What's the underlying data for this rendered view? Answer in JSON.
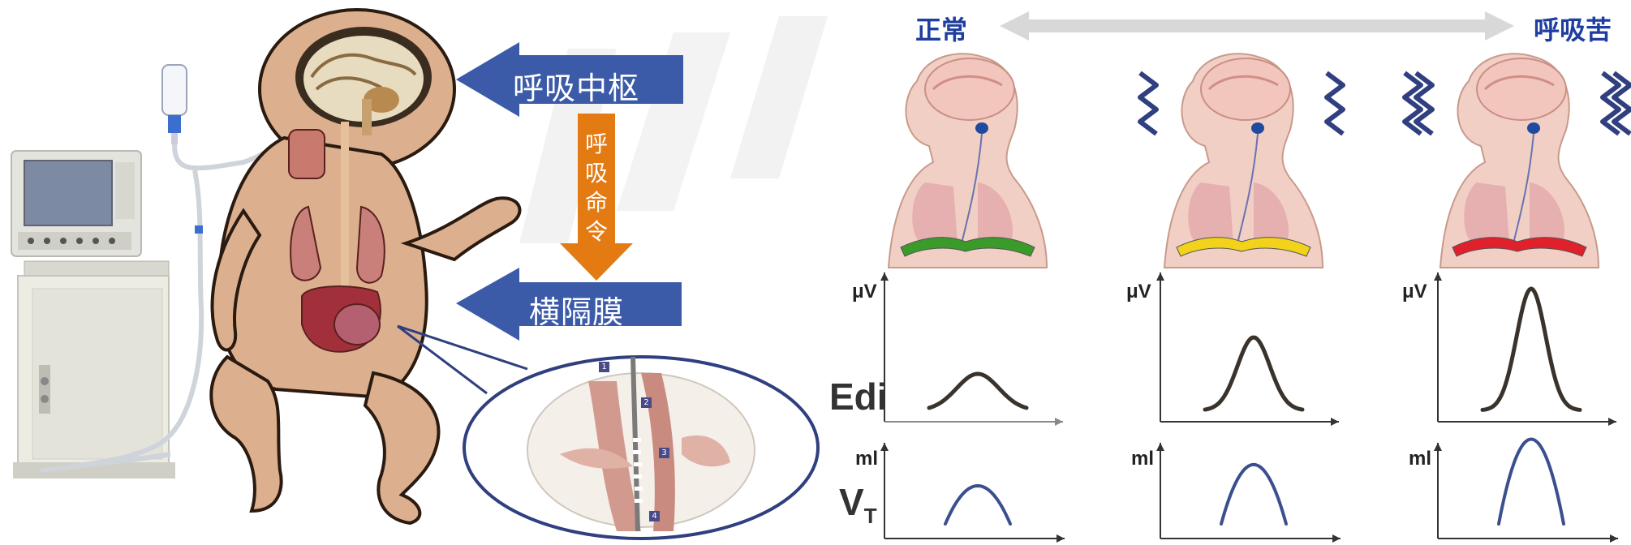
{
  "arrows": {
    "respiratory_center": "呼吸中枢",
    "diaphragm": "横隔膜",
    "command_chars": [
      "呼",
      "吸",
      "命",
      "令"
    ]
  },
  "catheter_tags": [
    "1",
    "2",
    "3",
    "4"
  ],
  "spectrum": {
    "left_label": "正常",
    "right_label": "呼吸苦"
  },
  "panels": [
    {
      "diaphragm_color": "#3a9a2a",
      "edi_peak": 0.3,
      "vt_peak": 0.45,
      "distress_waves": 0
    },
    {
      "diaphragm_color": "#f2d21a",
      "edi_peak": 0.6,
      "vt_peak": 0.7,
      "distress_waves": 1
    },
    {
      "diaphragm_color": "#e0202a",
      "edi_peak": 1.0,
      "vt_peak": 1.0,
      "distress_waves": 2
    }
  ],
  "axis": {
    "edi_unit": "μV",
    "vt_unit": "ml",
    "edi_label": "Edi",
    "vt_label_main": "V",
    "vt_label_sub": "T"
  },
  "colors": {
    "arrow_blue": "#3b5aa8",
    "arrow_orange": "#e37a12",
    "edi_curve": "#3a332c",
    "vt_curve": "#3b4f8f",
    "title_blue": "#1f3ea0"
  }
}
